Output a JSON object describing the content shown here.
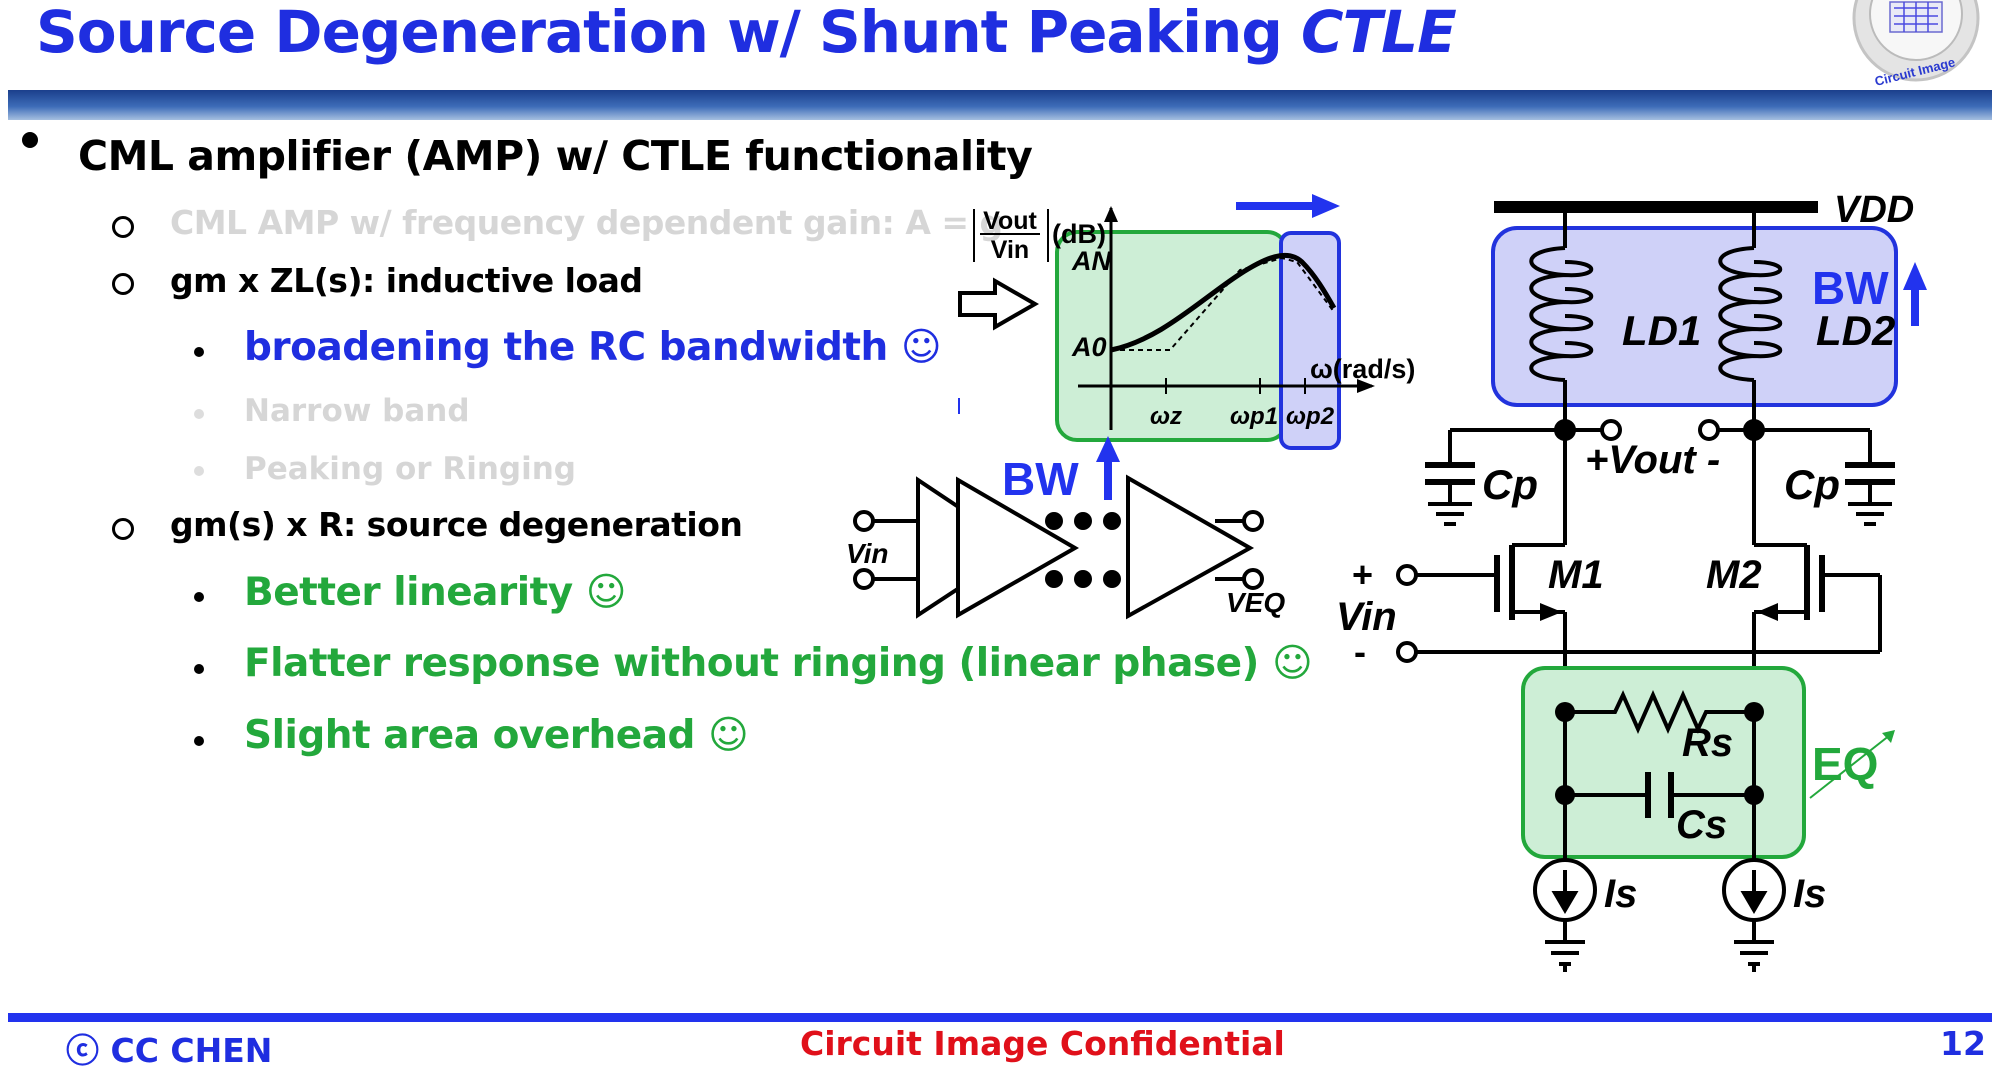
{
  "slide": {
    "title_main": "Source Degeneration w/ Shunt Peaking ",
    "title_em": "CTLE",
    "bullet1": "CML amplifier (AMP) w/ CTLE functionality",
    "sub1": "CML AMP w/ frequency dependent gain: A = g",
    "sub2": "gm x ZL(s): inductive load",
    "sub2_items": [
      "broadening the RC bandwidth ☺",
      "Narrow band",
      "Peaking or Ringing"
    ],
    "sub3": "gm(s) x R: source degeneration",
    "sub3_items": [
      "Better linearity ☺",
      "Flatter response without ringing (linear phase) ☺",
      "Slight area overhead ☺"
    ]
  },
  "plot": {
    "y_frac_num": "Vout",
    "y_frac_den": "Vin",
    "y_unit": "(dB)",
    "a_n": "AN",
    "a_0": "A0",
    "x_label": "ω(rad/s)",
    "ticks": [
      "ωz",
      "ωp1",
      "ωp2"
    ],
    "bw_label": "BW"
  },
  "cascade": {
    "vin": "Vin",
    "veq": "VEQ"
  },
  "circuit": {
    "vdd": "VDD",
    "ld1": "LD1",
    "ld2": "LD2",
    "bw": "BW",
    "cp_left": "Cp",
    "cp_right": "Cp",
    "vout": "+Vout -",
    "m1": "M1",
    "m2": "M2",
    "vin_plus": "+",
    "vin": "Vin",
    "vin_minus": "-",
    "rs": "Rs",
    "cs": "Cs",
    "eq": "EQ",
    "is_left": "Is",
    "is_right": "Is"
  },
  "footer": {
    "author": "ⓒ CC CHEN",
    "confidential": "Circuit Image Confidential",
    "page": "12"
  },
  "logo_text": "Circuit Image",
  "colors": {
    "title_blue": "#1f2ee0",
    "green": "#23a83c",
    "footer_red": "#e0101a",
    "box_green": "#cdeed6",
    "box_blue": "#cfd1f8"
  }
}
